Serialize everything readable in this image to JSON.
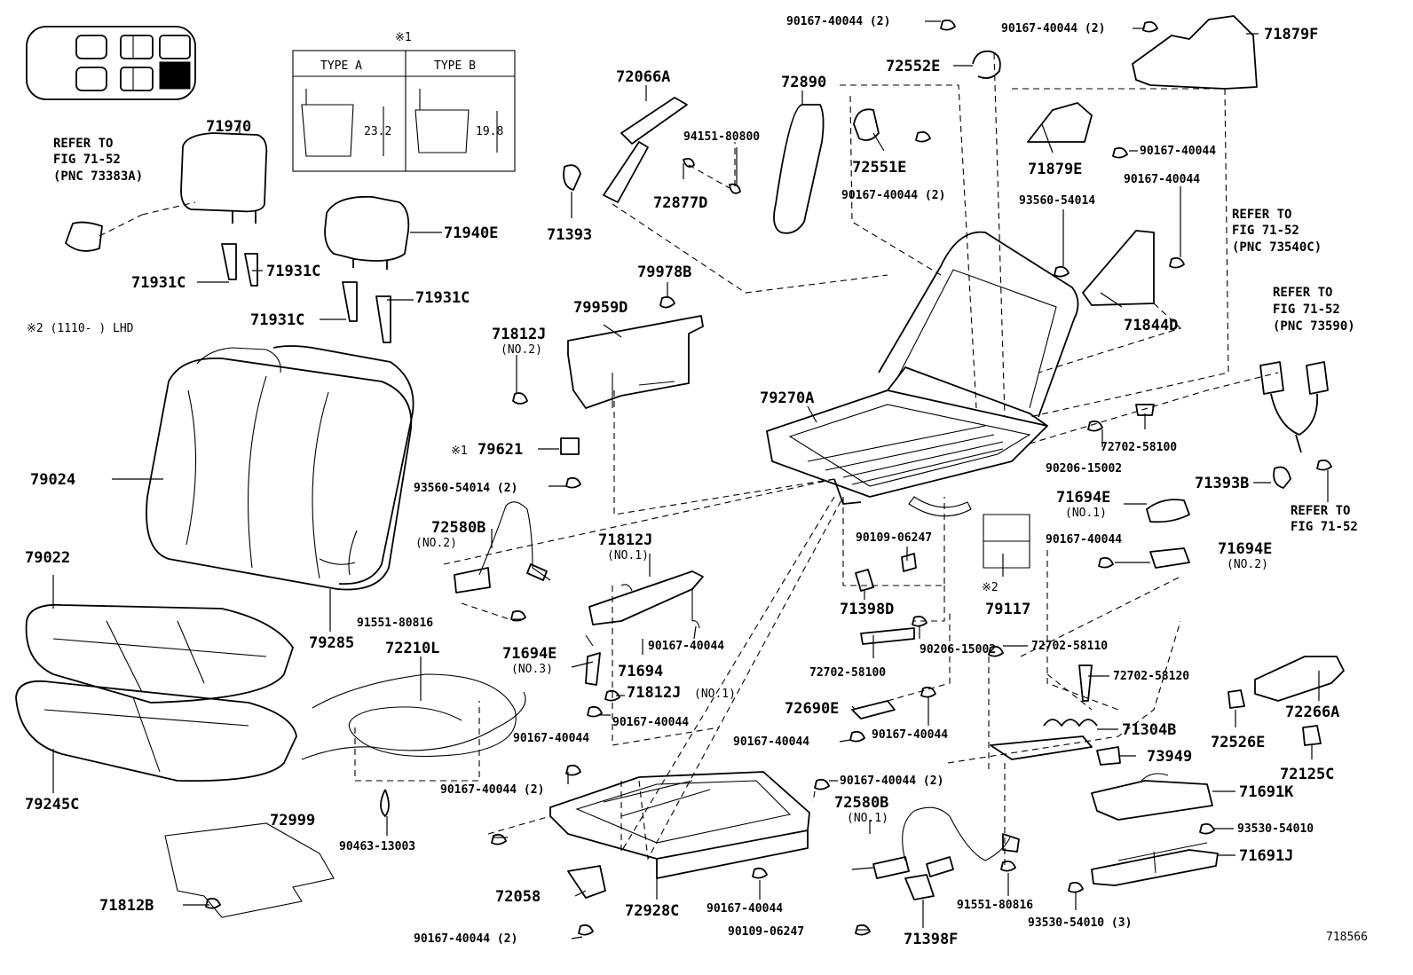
{
  "type_table": {
    "note_mark": "※1",
    "type_a": "TYPE A",
    "type_b": "TYPE B",
    "dim_a": "23.2",
    "dim_b": "19.8"
  },
  "lhd_note": "※2 (1110-      ) LHD",
  "references": {
    "ref_73383a": [
      "REFER TO",
      "FIG 71-52",
      "(PNC 73383A)"
    ],
    "ref_73540c": [
      "REFER TO",
      "FIG 71-52",
      "(PNC 73540C)"
    ],
    "ref_73590": [
      "REFER TO",
      "FIG 71-52",
      "(PNC 73590)"
    ],
    "ref_fig": [
      "REFER TO",
      "FIG 71-52"
    ]
  },
  "labels": {
    "p71970": "71970",
    "p71940e": "71940E",
    "p71931c_1": "71931C",
    "p71931c_2": "71931C",
    "p71931c_3": "71931C",
    "p71931c_4": "71931C",
    "p72066a": "72066A",
    "p72890": "72890",
    "p94151": "94151-80800",
    "p72877d": "72877D",
    "p71393": "71393",
    "p79978b": "79978B",
    "p79959d": "79959D",
    "p71812j_no2": "71812J",
    "no2_a": "(NO.2)",
    "p79621_mark": "※1",
    "p79621": "79621",
    "p93560_2": "93560-54014 (2)",
    "p79024": "79024",
    "p79022": "79022",
    "p79285": "79285",
    "p79245c": "79245C",
    "p72580b_no2": "72580B",
    "no2_b": "(NO.2)",
    "p91551_a": "91551-80816",
    "p72210l": "72210L",
    "p90463": "90463-13003",
    "p72999": "72999",
    "p71812b": "71812B",
    "p90167_top1": "90167-40044 (2)",
    "p72552e": "72552E",
    "p72551e": "72551E",
    "p90167_2b": "90167-40044 (2)",
    "p90167_top2": "90167-40044 (2)",
    "p71879f": "71879F",
    "p71879e": "71879E",
    "p90167_r1": "90167-40044",
    "p90167_r2": "90167-40044",
    "p93560_r": "93560-54014",
    "p71844d": "71844D",
    "p79270a": "79270A",
    "p72702_58100_a": "72702-58100",
    "p90206_a": "90206-15002",
    "p71393b": "71393B",
    "p71694e_no1": "71694E",
    "no1_a": "(NO.1)",
    "p90167_r3": "90167-40044",
    "p71694e_no2": "71694E",
    "no2_c": "(NO.2)",
    "p79117_mark": "※2",
    "p79117": "79117",
    "p90109_a": "90109-06247",
    "p71398d": "71398D",
    "p90206_b": "90206-15002",
    "p72702_58100_b": "72702-58100",
    "p72702_58110": "72702-58110",
    "p72702_58120": "72702-58120",
    "p72266a": "72266A",
    "p72526e": "72526E",
    "p71304b": "71304B",
    "p73949": "73949",
    "p72125c": "72125C",
    "p71691k": "71691K",
    "p93530_a": "93530-54010",
    "p71691j": "71691J",
    "p71812j_no1": "71812J",
    "no1_b": "(NO.1)",
    "p90167_m1": "90167-40044",
    "p71694": "71694",
    "p71694e_no3": "71694E",
    "no3": "(NO.3)",
    "p71812j_no1b": "71812J",
    "no1_c": "(NO.1)",
    "p90167_m2": "90167-40044",
    "p90167_m3": "90167-40044",
    "p72690e": "72690E",
    "p90167_m4": "90167-40044",
    "p90167_m5": "90167-40044",
    "p90167_2c": "90167-40044 (2)",
    "p90167_2d": "90167-40044 (2)",
    "p72580b_no1": "72580B",
    "no1_d": "(NO.1)",
    "p72058": "72058",
    "p72928c": "72928C",
    "p90167_m6": "90167-40044",
    "p90109_b": "90109-06247",
    "p71398f": "71398F",
    "p91551_b": "91551-80816",
    "p93530_3": "93530-54010 (3)",
    "p90167_2e": "90167-40044 (2)",
    "figure_number": "718566"
  }
}
